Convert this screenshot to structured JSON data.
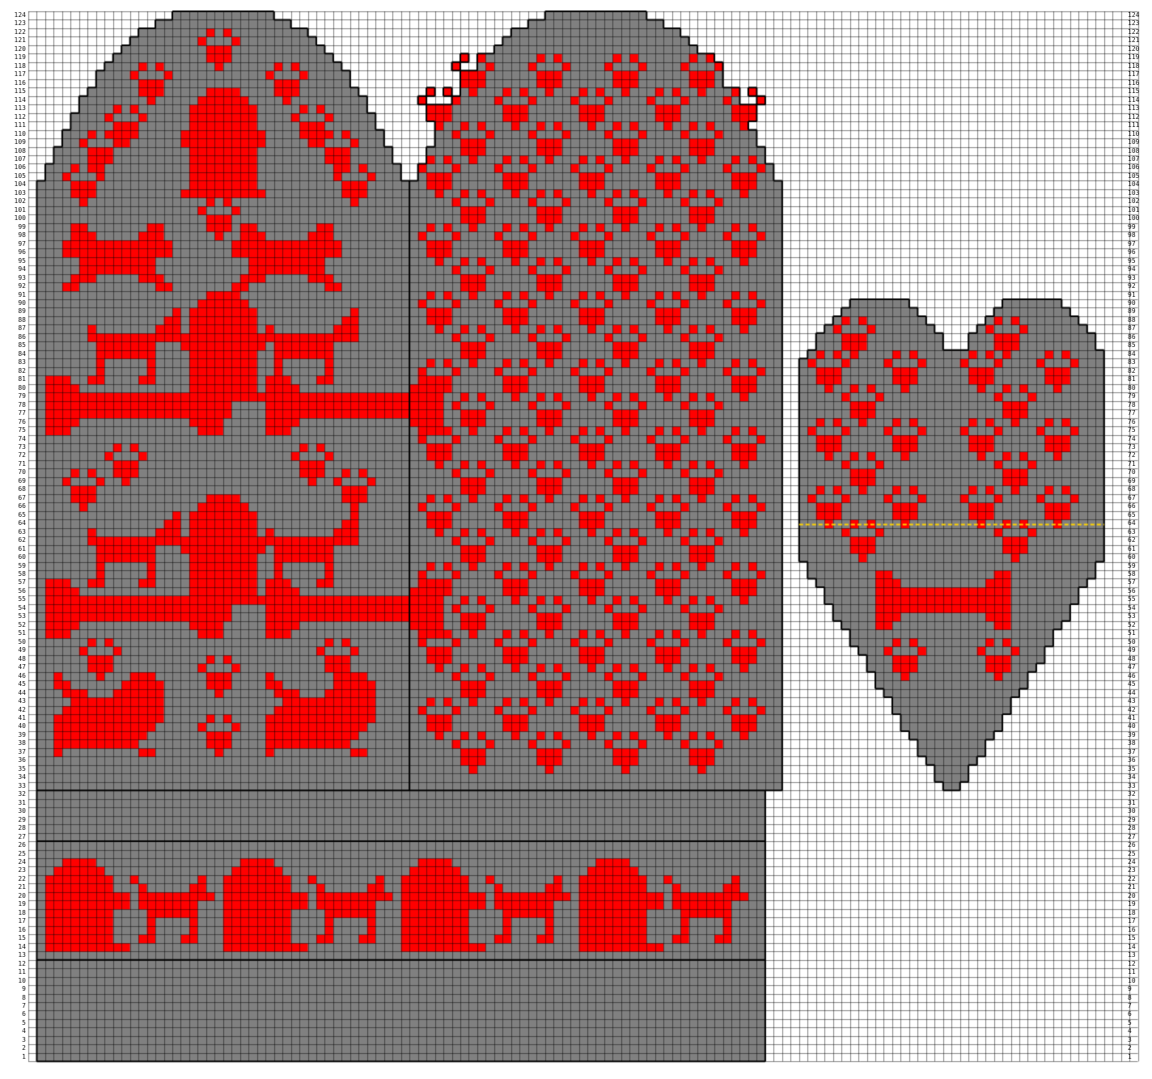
{
  "chart": {
    "rows": 124,
    "colors": {
      "background_knit": "#808080",
      "pattern": "#ff0000",
      "grid_line": "#000000",
      "empty_cell": "#ffffff",
      "section_border": "#000000",
      "thumb_marker_line": "#ffd400"
    },
    "pieces": [
      {
        "name": "mitten-back",
        "motifs": [
          "paw-print",
          "fire-hydrant",
          "dog-jumping",
          "dog-standing",
          "bone",
          "dog-sitting"
        ]
      },
      {
        "name": "mitten-palm",
        "motifs": [
          "paw-print"
        ]
      },
      {
        "name": "cuff",
        "motifs": [
          "fire-hydrant",
          "dog-standing"
        ]
      },
      {
        "name": "thumb",
        "motifs": [
          "paw-print",
          "bone"
        ]
      }
    ]
  }
}
